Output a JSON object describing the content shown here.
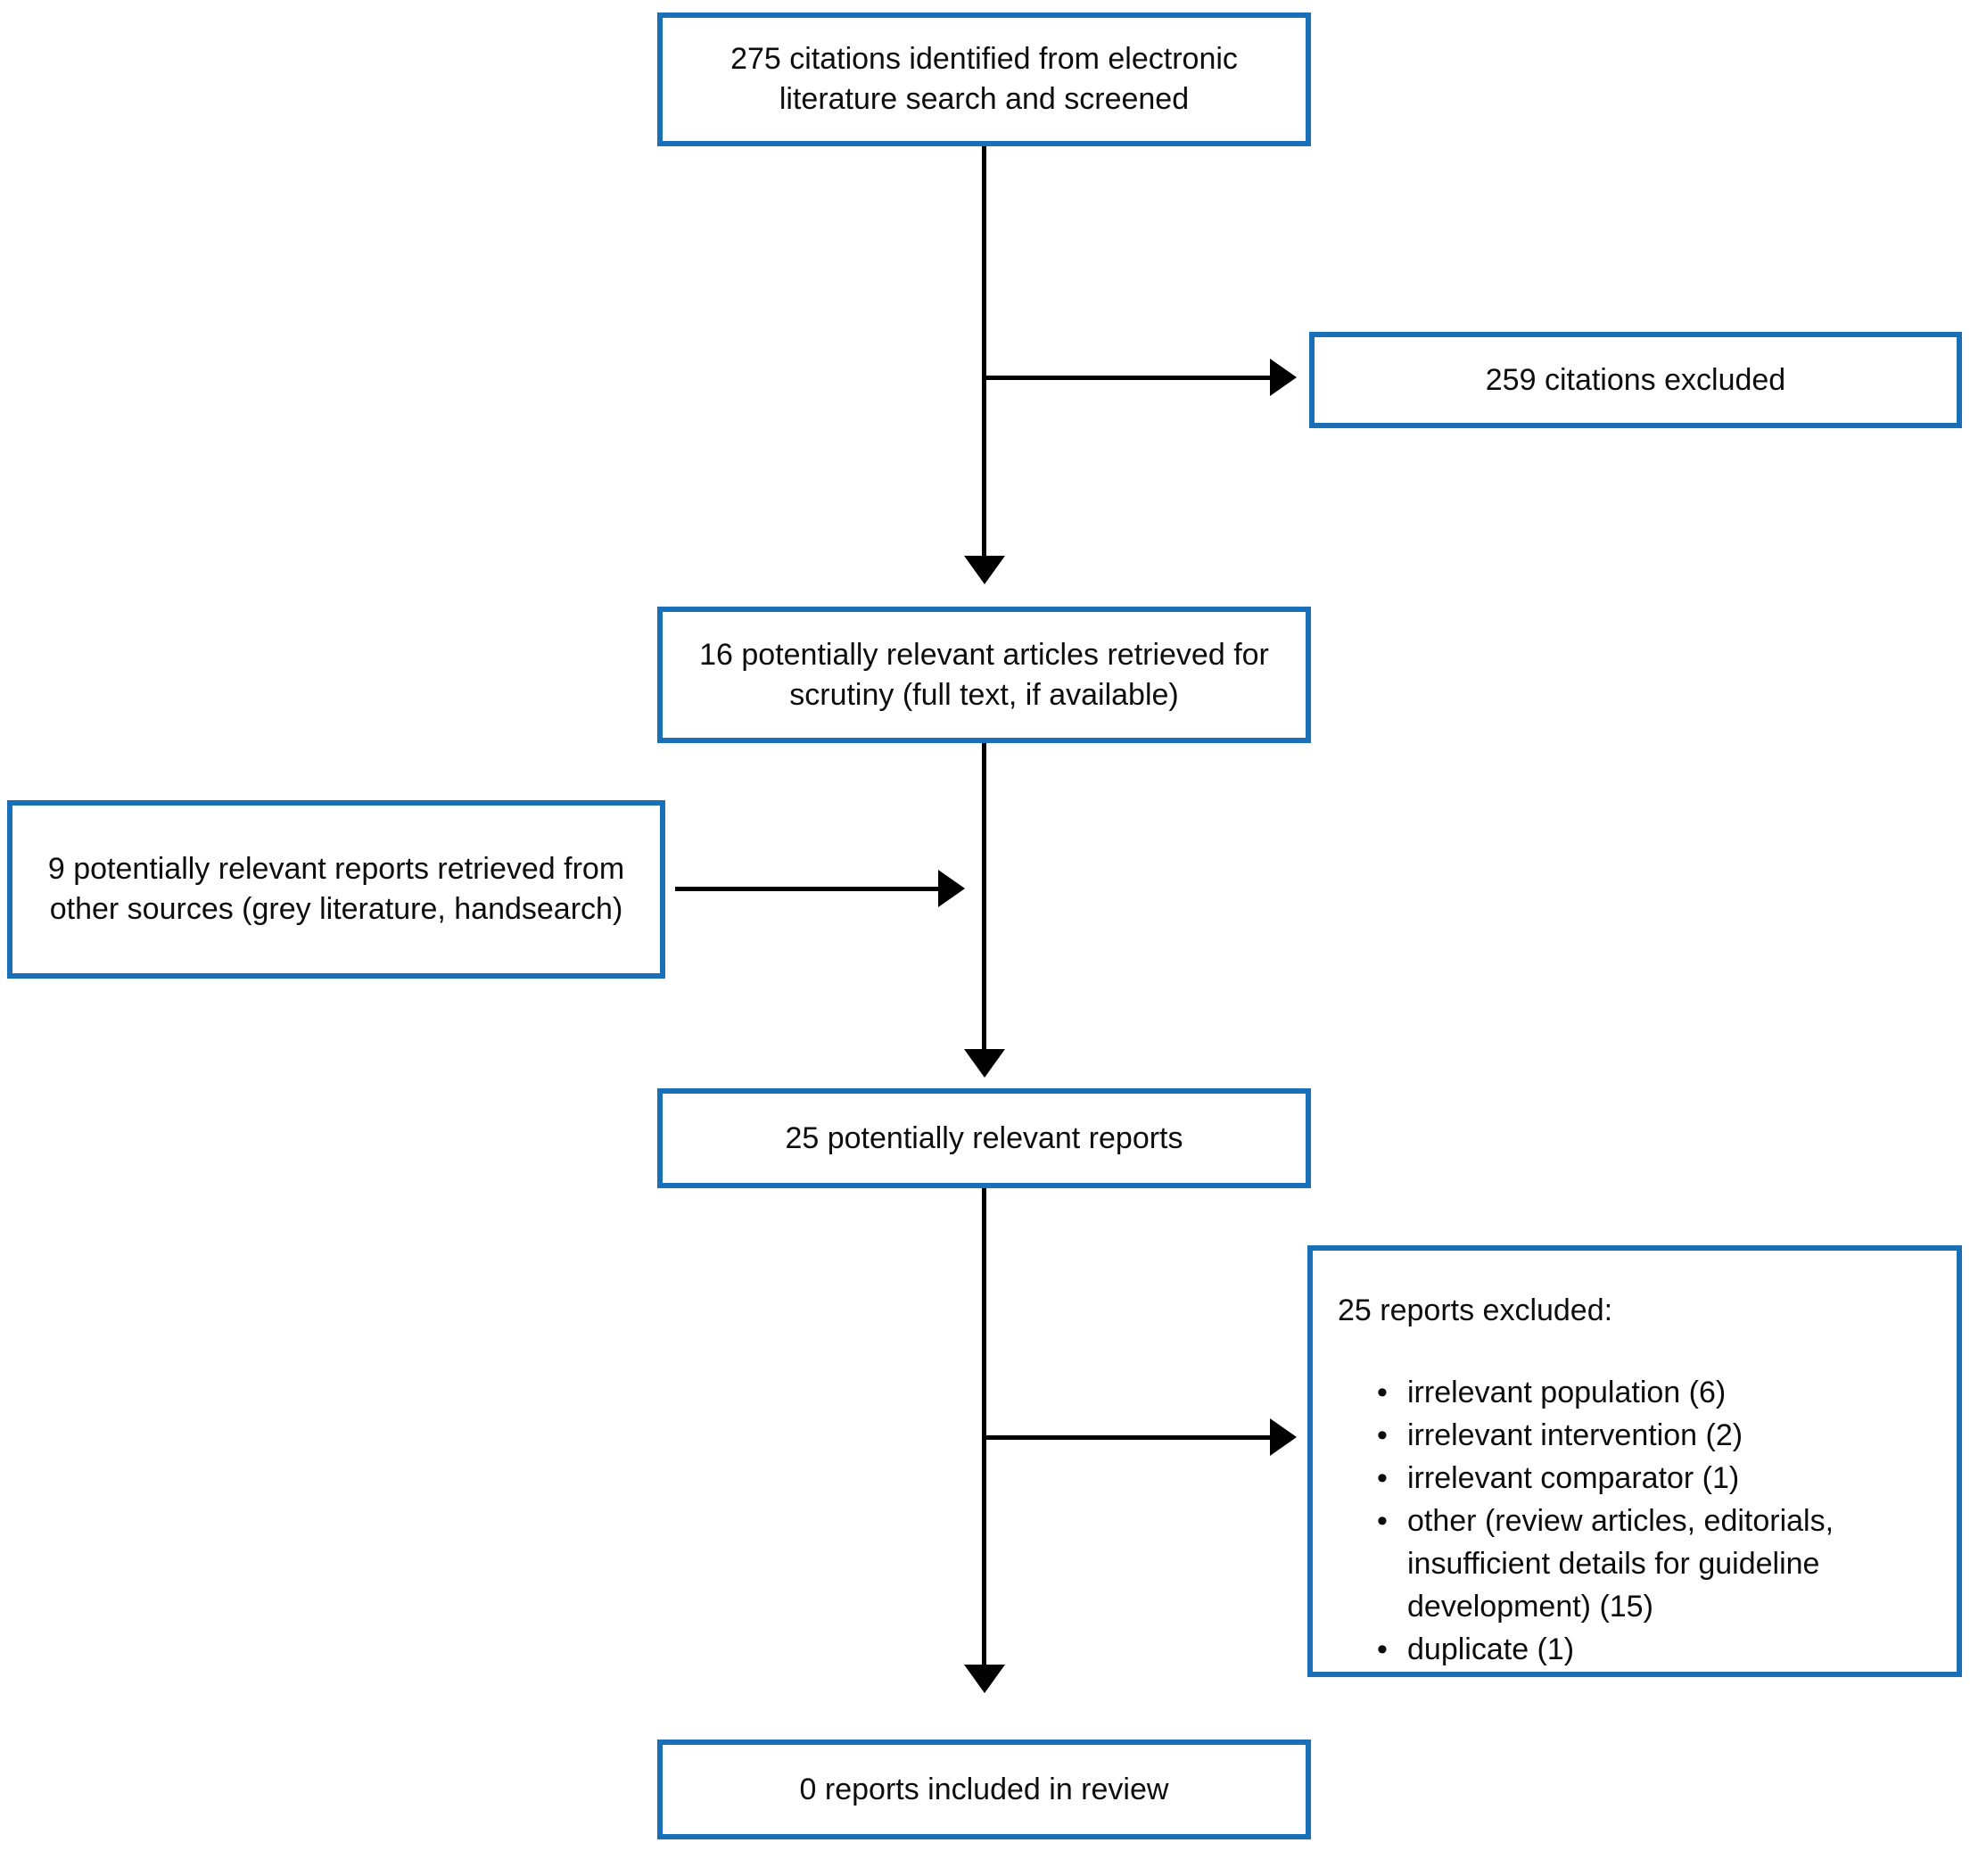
{
  "diagram": {
    "type": "prisma-flowchart",
    "colors": {
      "box_border": "#1a70b8",
      "box_background": "#ffffff",
      "arrow": "#000000",
      "text": "#0d0d0d"
    },
    "boxes": {
      "identified": {
        "text": "275 citations identified from electronic literature search and screened"
      },
      "excluded_citations": {
        "text": "259 citations excluded"
      },
      "retrieved": {
        "text": "16 potentially relevant articles retrieved for scrutiny (full text, if available)"
      },
      "other_sources": {
        "text": "9 potentially relevant reports retrieved from other sources (grey literature, handsearch)"
      },
      "potentially_relevant": {
        "text": "25 potentially relevant reports"
      },
      "excluded_reports": {
        "title": "25 reports excluded:",
        "reasons": [
          "irrelevant population (6)",
          "irrelevant intervention (2)",
          "irrelevant comparator (1)",
          "other (review articles, editorials, insufficient details for guideline development) (15)",
          "duplicate (1)"
        ]
      },
      "included": {
        "text": "0 reports included in review"
      }
    }
  }
}
